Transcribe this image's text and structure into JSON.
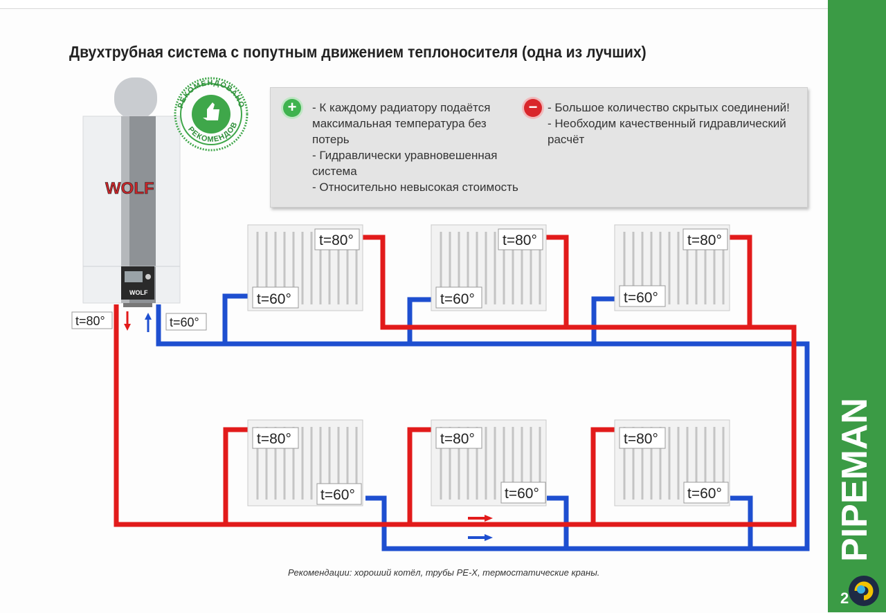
{
  "title": "Двухтрубная система с попутным движением теплоносителя (одна из лучших)",
  "pros": [
    "- К каждому радиатору подаётся максимальная температура без потерь",
    "- Гидравлически уравновешенная система",
    "- Относительно невысокая стоимость"
  ],
  "cons": [
    "- Большое количество скрытых соединений!",
    "- Необходим качественный гидравлический расчёт"
  ],
  "boiler": {
    "brand": "WOLF",
    "supply_label": "t=80°",
    "return_label": "t=60°"
  },
  "stamp": {
    "text": "РЕКОМЕНДОВАНО"
  },
  "radiators": [
    {
      "supply": "t=80°",
      "return": "t=60°"
    },
    {
      "supply": "t=80°",
      "return": "t=60°"
    },
    {
      "supply": "t=80°",
      "return": "t=60°"
    },
    {
      "supply": "t=80°",
      "return": "t=60°"
    },
    {
      "supply": "t=80°",
      "return": "t=60°"
    },
    {
      "supply": "t=80°",
      "return": "t=60°"
    }
  ],
  "footnote": "Рекомендации: хороший котёл, трубы PE-X, термостатические краны.",
  "brand_side": "PIPEMAN",
  "page_number": "2",
  "colors": {
    "supply": "#e21b1b",
    "return": "#1e4fd0",
    "accent": "#3b9b45"
  }
}
